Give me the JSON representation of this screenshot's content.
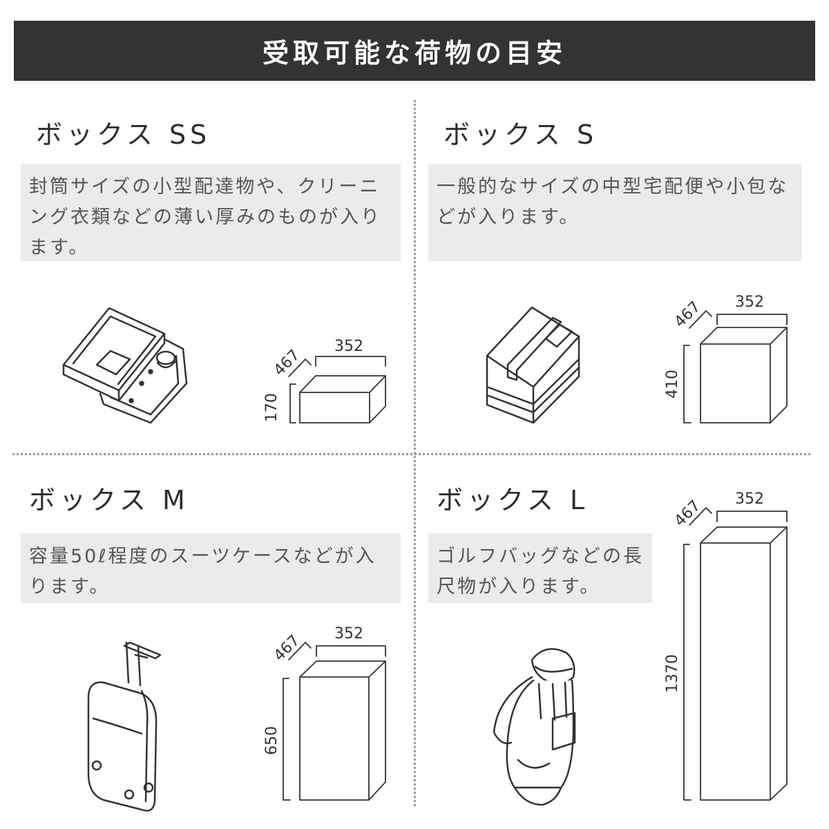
{
  "header": {
    "title": "受取可能な荷物の目安"
  },
  "boxes": [
    {
      "title": "ボックス SS",
      "description": "封筒サイズの小型配達物や、クリーニング衣類などの薄い厚みのものが入ります。",
      "dims": {
        "width": "352",
        "depth": "467",
        "height": "170"
      },
      "item_icon": "shirt-box-icon"
    },
    {
      "title": "ボックス S",
      "description": "一般的なサイズの中型宅配便や小包などが入ります。",
      "dims": {
        "width": "352",
        "depth": "467",
        "height": "410"
      },
      "item_icon": "cardboard-box-icon"
    },
    {
      "title": "ボックス M",
      "description": "容量50ℓ程度のスーツケースなどが入ります。",
      "dims": {
        "width": "352",
        "depth": "467",
        "height": "650"
      },
      "item_icon": "suitcase-icon"
    },
    {
      "title": "ボックス L",
      "description": "ゴルフバッグなどの長尺物が入ります。",
      "dims": {
        "width": "352",
        "depth": "467",
        "height": "1370"
      },
      "item_icon": "golf-bag-icon"
    }
  ]
}
